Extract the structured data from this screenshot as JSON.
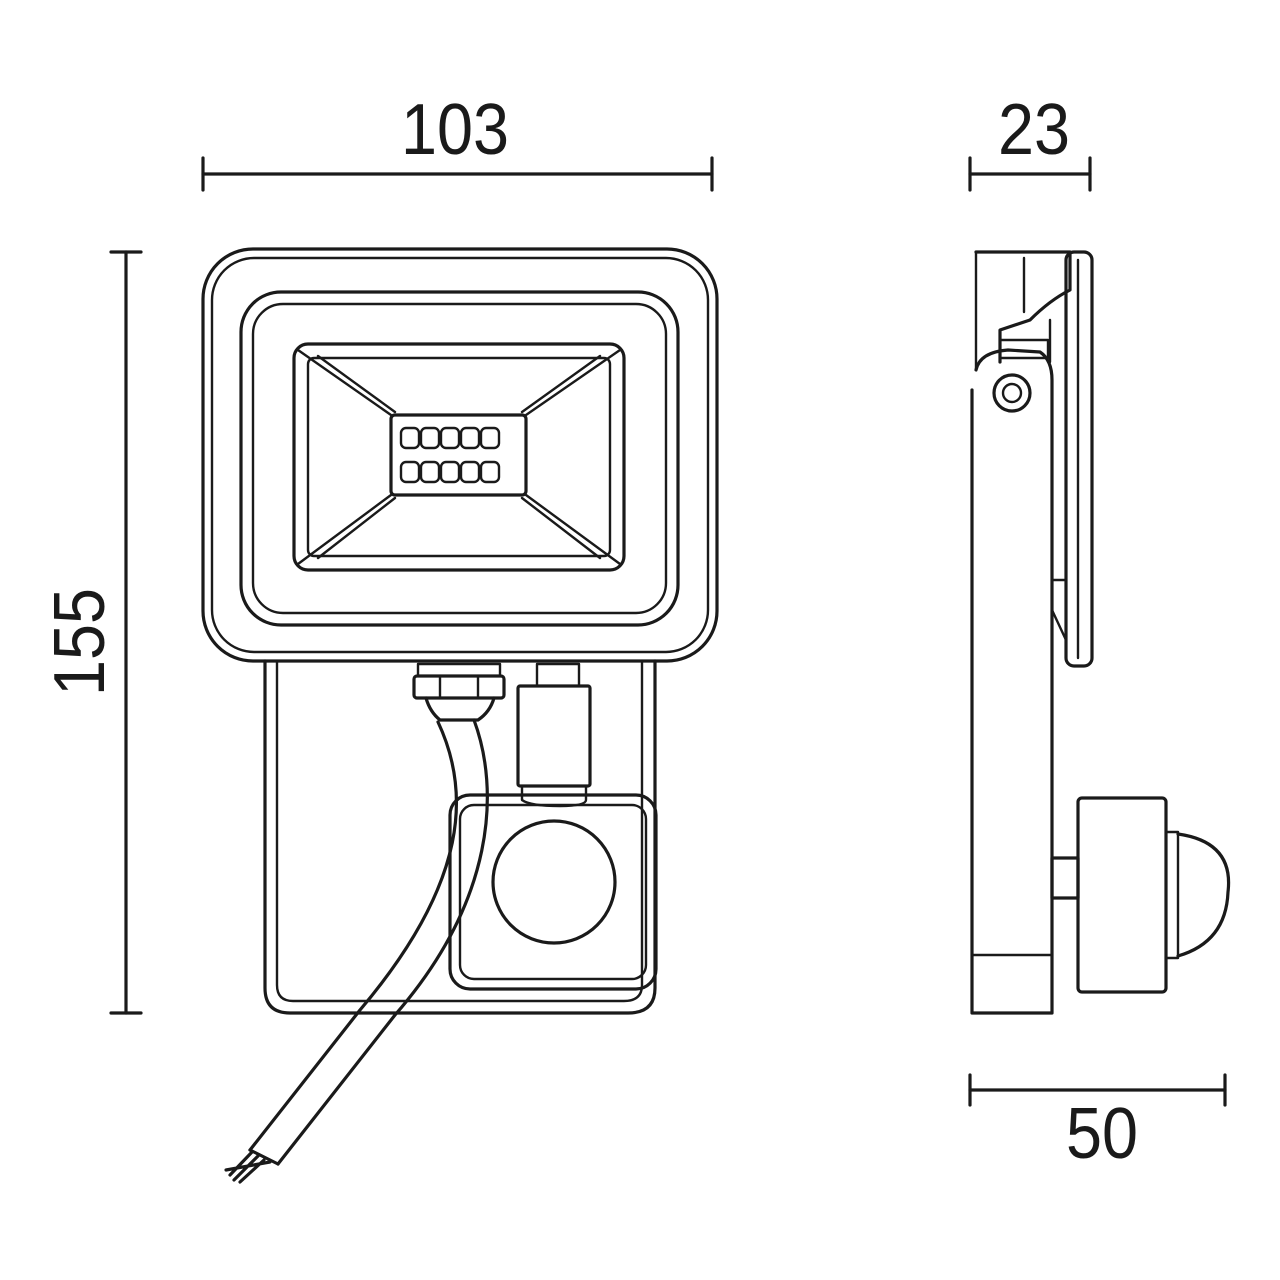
{
  "dimensions": {
    "width": "103",
    "depth": "23",
    "height": "155",
    "depth_with_sensor": "50"
  },
  "colors": {
    "line": "#1a1a1a",
    "background": "#ffffff"
  }
}
